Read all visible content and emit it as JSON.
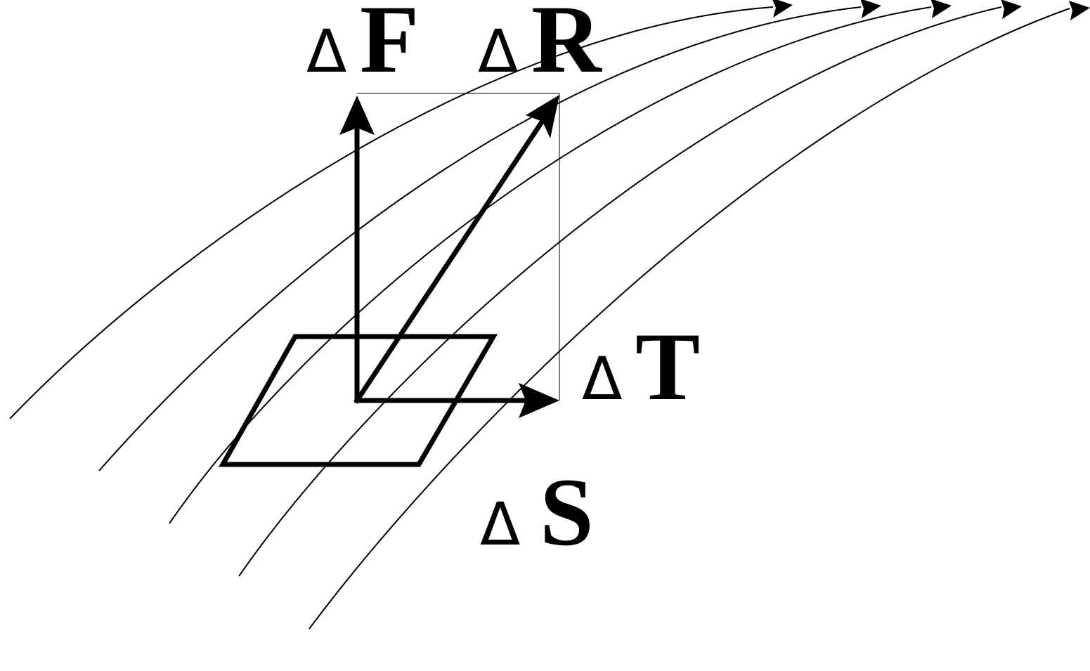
{
  "colors": {
    "stroke": "#000000",
    "background": "#ffffff"
  },
  "labels": {
    "force": {
      "delta": "Δ",
      "letter": "F"
    },
    "resultant": {
      "delta": "Δ",
      "letter": "R"
    },
    "tangential": {
      "delta": "Δ",
      "letter": "T"
    },
    "surface": {
      "delta": "Δ",
      "letter": "S"
    }
  }
}
